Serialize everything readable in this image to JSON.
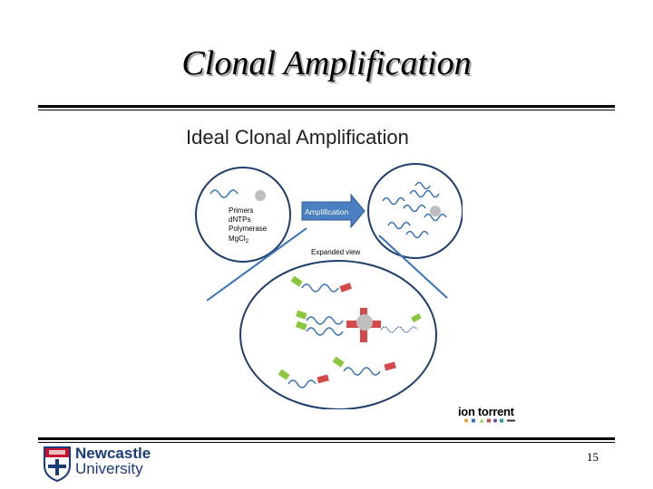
{
  "slide": {
    "title": "Clonal Amplification",
    "page_number": "15"
  },
  "diagram": {
    "heading": "Ideal Clonal Amplification",
    "reagents": [
      "Primers",
      "dNTPs",
      "Polymerase",
      "MgCl2"
    ],
    "arrow_label": "Amplification",
    "expanded_label": "Expanded view",
    "colors": {
      "strand": "#3a73b8",
      "circle_outline": "#1f3f6e",
      "primer": "#8cc63f",
      "adapter": "#d44a4a",
      "bead": "#bfbfbf",
      "arrow_fill": "#4a7fc1"
    }
  },
  "logos": {
    "ion_torrent": "ion torrent",
    "university_line1": "Newcastle",
    "university_line2": "University"
  }
}
